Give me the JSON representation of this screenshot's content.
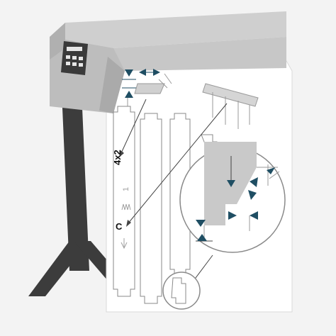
{
  "labels": {
    "quantity": "4x2",
    "profile_code": "C",
    "profile_mark": "1"
  },
  "colors": {
    "background": "#f3f3f3",
    "machine_body": "#bdbdbd",
    "machine_top": "#cfcfcf",
    "machine_stand": "#3c3c3c",
    "keypad": "#3a3a3a",
    "sheet": "#ffffff",
    "accent_arrow": "#1f4e63",
    "outline": "#7a7a7a"
  },
  "icons": {
    "control_panel": "keypad-icon",
    "dimension_markers": "triangle-arrow-icon",
    "magnifier": "zoom-circle-icon"
  }
}
